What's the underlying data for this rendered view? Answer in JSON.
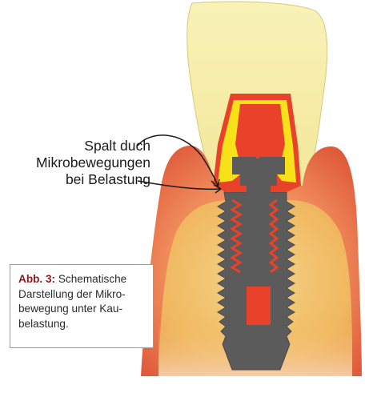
{
  "annotation": {
    "lines": [
      "Spalt duch",
      "Mikrobewegungen",
      "bei Belastung"
    ]
  },
  "caption": {
    "figure_label": "Abb. 3:",
    "lines": [
      "Schematische",
      "Darstellung der Mikro-",
      "bewegung unter Kau-",
      "belastung."
    ]
  },
  "colors": {
    "crown": "#f6eda6",
    "gum_outer": "#e05a3a",
    "bone": "#f2c060",
    "implant": "#5a5a5a",
    "abutment_red": "#e8432a",
    "abutment_yellow": "#f7e21a"
  }
}
